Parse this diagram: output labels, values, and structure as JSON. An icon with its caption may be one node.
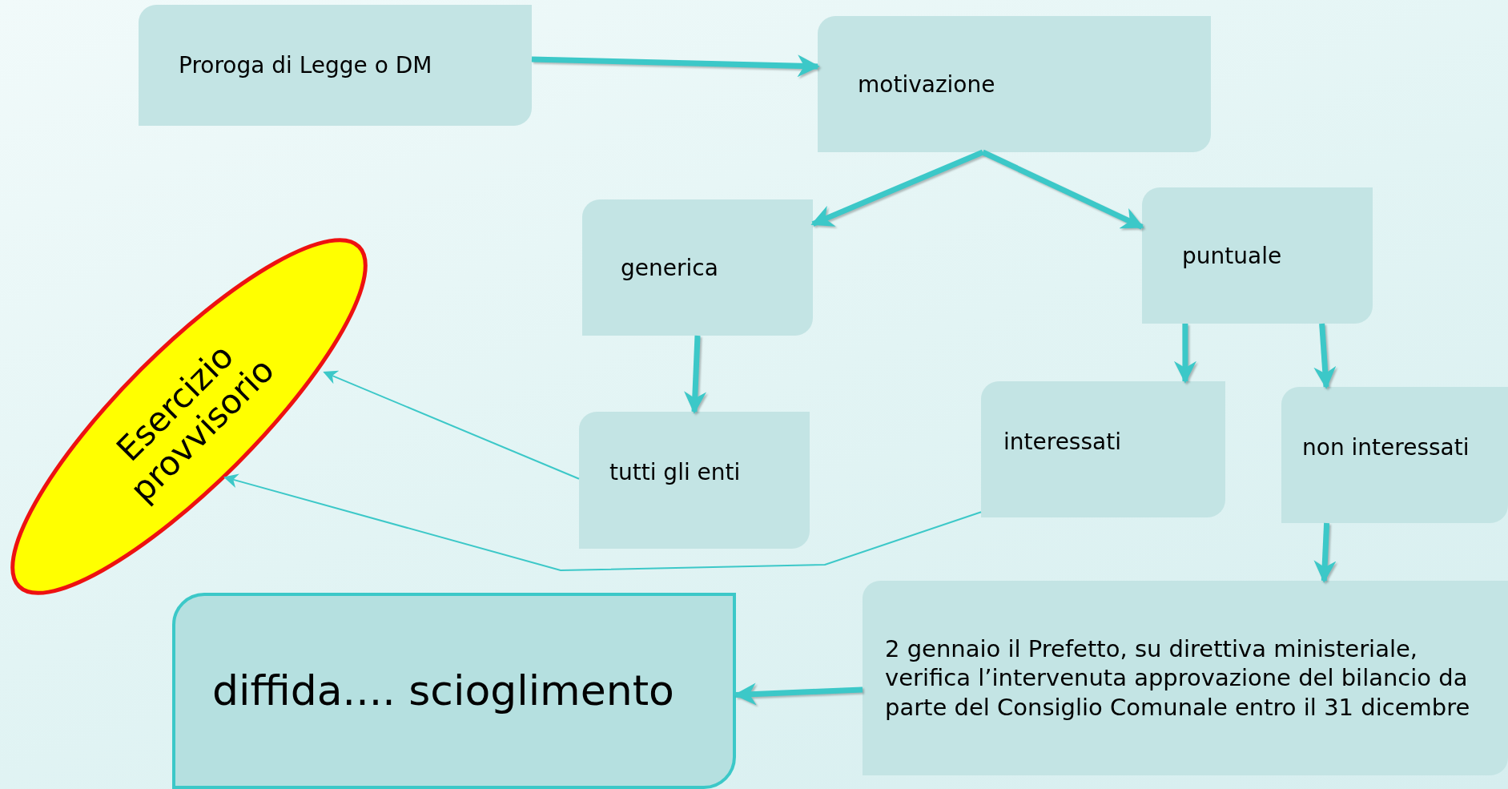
{
  "diagram": {
    "nodes": [
      {
        "text": [
          "Proroga di Legge o DM"
        ]
      },
      {
        "text": [
          "motivazione"
        ]
      },
      {
        "text": [
          "generica"
        ]
      },
      {
        "text": [
          "puntuale"
        ]
      },
      {
        "text": [
          "Esercizio provvisorio"
        ]
      },
      {
        "text": [
          "tutti gli enti"
        ]
      },
      {
        "text": [
          "interessati"
        ]
      },
      {
        "text": [
          "non interessati"
        ]
      },
      {
        "text": [
          "diffida.... scioglimento"
        ]
      },
      {
        "text": [
          "2 gennaio il Prefetto, su direttiva ministeriale, verifica l’intervenuta approvazione del bilancio da parte del Consiglio Comunale entro il 31 dicembre"
        ]
      }
    ],
    "edges": [
      {
        "from": 0,
        "to": 1,
        "arrow": "to"
      },
      {
        "from": 1,
        "to": 2,
        "arrow": "to"
      },
      {
        "from": 1,
        "to": 3,
        "arrow": "to"
      },
      {
        "from": 2,
        "to": 5,
        "arrow": "to"
      },
      {
        "from": 3,
        "to": 6,
        "arrow": "to"
      },
      {
        "from": 3,
        "to": 7,
        "arrow": "to"
      },
      {
        "from": 5,
        "to": 4,
        "arrow": "to"
      },
      {
        "from": 6,
        "to": 4,
        "arrow": "to"
      },
      {
        "from": 7,
        "to": 9,
        "arrow": "to"
      },
      {
        "from": 9,
        "to": 8,
        "arrow": "to"
      }
    ]
  }
}
